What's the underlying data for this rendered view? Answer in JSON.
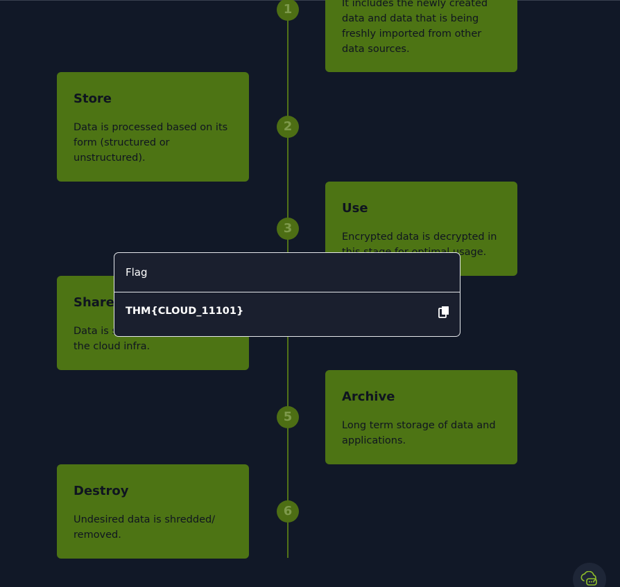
{
  "timeline": {
    "steps": [
      {
        "number": "1"
      },
      {
        "number": "2"
      },
      {
        "number": "3"
      },
      {
        "number": "5"
      },
      {
        "number": "6"
      }
    ],
    "cards": {
      "create": {
        "title": "",
        "description_lines": [
          "It includes the newly created",
          "data and data that is being",
          "freshly imported from other",
          "data sources."
        ]
      },
      "store": {
        "title": "Store",
        "description_lines": [
          "Data is processed based on its",
          "form (structured or",
          "unstructured)."
        ]
      },
      "use": {
        "title": "Use",
        "description_lines": [
          "Encrypted data is decrypted in",
          "this stage for optimal usage."
        ]
      },
      "share": {
        "title": "Share",
        "description_lines": [
          "Data is shared",
          "the cloud infra."
        ]
      },
      "archive": {
        "title": "Archive",
        "description_lines": [
          "Long term storage of data and",
          "applications."
        ]
      },
      "destroy": {
        "title": "Destroy",
        "description_lines": [
          "Undesired data is shredded/",
          "removed."
        ]
      }
    }
  },
  "modal": {
    "title": "Flag",
    "flag": "THM{CLOUD_11101}",
    "copy_icon": "copy-icon"
  },
  "chat": {
    "icon": "cloud-chat-icon"
  },
  "colors": {
    "background": "#111827",
    "card": "#4d7414",
    "accent": "#527318",
    "modal_bg": "#1a1f2e"
  }
}
